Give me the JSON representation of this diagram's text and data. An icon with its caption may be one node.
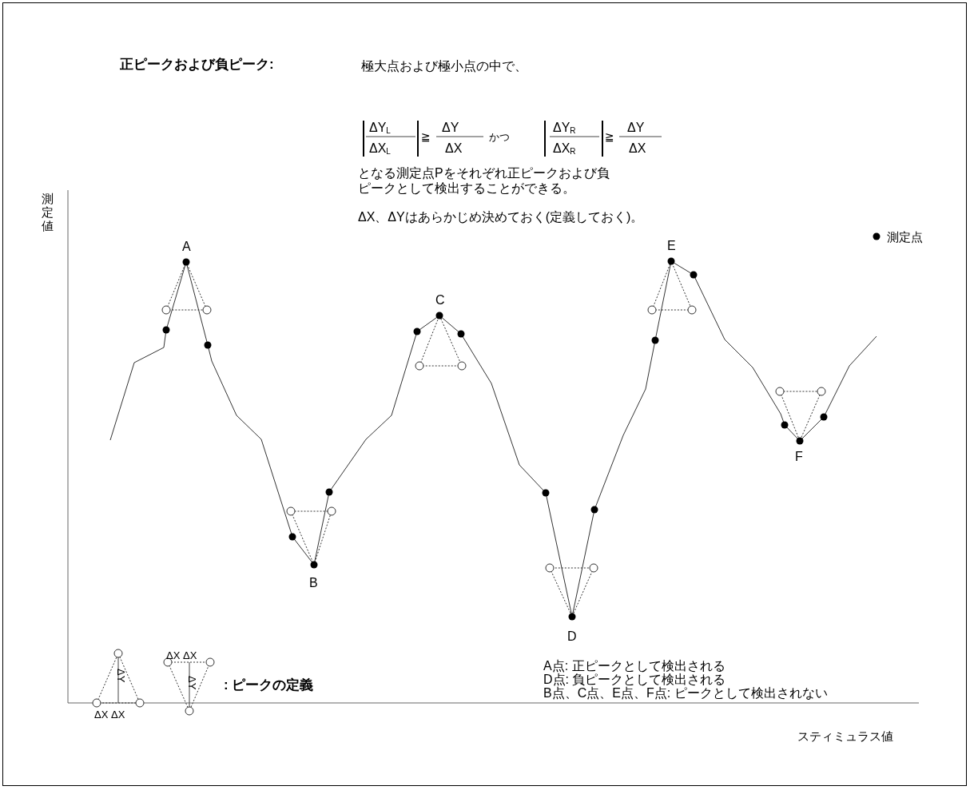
{
  "diagram": {
    "labels": [
      "正ピークおよび負ピーク:",
      "極大点および極小点の中で、",
      "ΔY$_{L}$",
      "ΔX$_{L}$",
      "≧",
      "ΔY",
      "ΔX",
      "かつ",
      "ΔY$_{R}$",
      "ΔX$_{R}$",
      "≧",
      "ΔY",
      "ΔX",
      "となる測定点Pをそれぞれ正ピークおよび負ピークとして検出することができる。",
      "ΔX、ΔYはあらかじめ決めておく(定義しておく)。",
      "測定値",
      "A",
      "B",
      "C",
      "D",
      "E",
      "F",
      "ΔY",
      "ΔX ΔX",
      "ΔX ΔX",
      "ΔY",
      "A点: 正ピークとして検出される",
      "D点: 負ピークとして検出される",
      "B点、C点、E点、F点: ピークとして検出されない",
      "スティミュラス値"
    ],
    "legend": [
      {
        "text": "測定点"
      },
      {
        "text": ": ピークの定義"
      }
    ]
  }
}
